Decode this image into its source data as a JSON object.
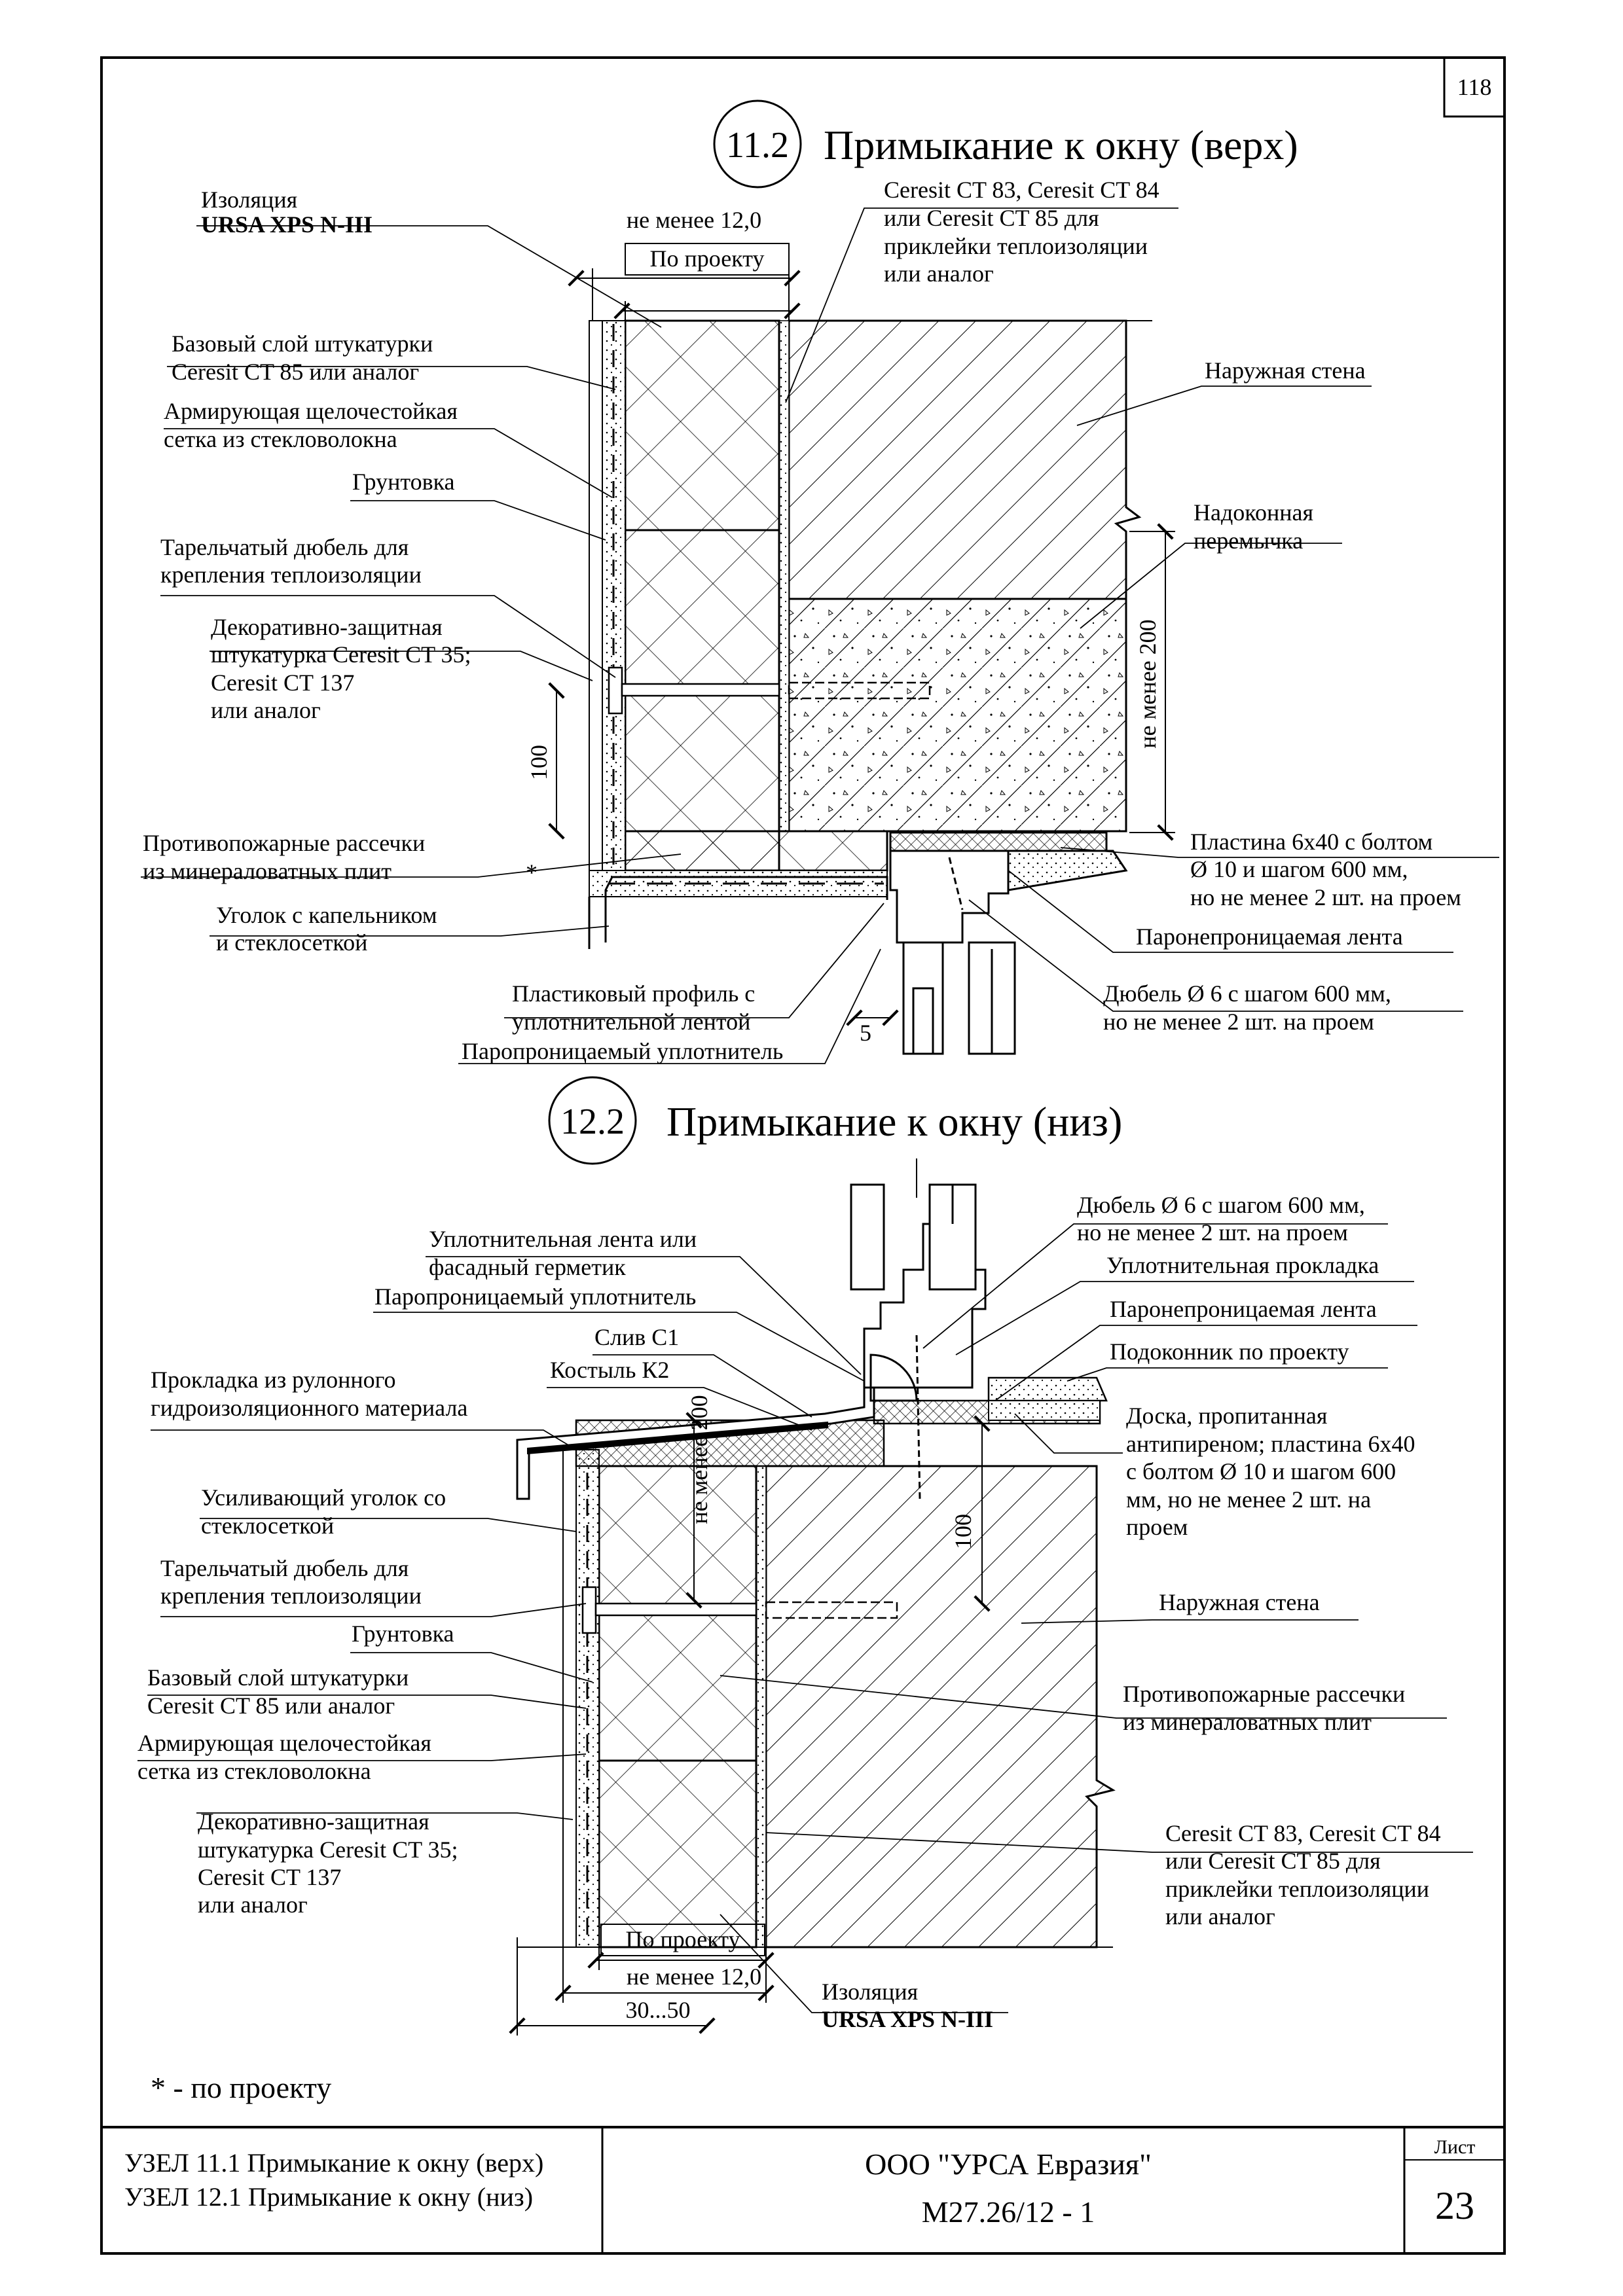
{
  "sheet": {
    "page_number": "118",
    "footnote": "* - по проекту"
  },
  "detail_top": {
    "node_id": "11.2",
    "title": "Примыкание к окну (верх)",
    "labels": {
      "insulation_l1": "Изоляция",
      "insulation_l2": "URSA XPS N-III",
      "base_plaster_l1": "Базовый слой штукатурки",
      "base_plaster_l2": "Ceresit CT 85 или аналог",
      "mesh_l1": "Армирующая щелочестойкая",
      "mesh_l2": "сетка из стекловолокна",
      "primer": "Грунтовка",
      "dowel_l1": "Тарельчатый дюбель для",
      "dowel_l2": "крепления теплоизоляции",
      "decor_l1": "Декоративно-защитная",
      "decor_l2": "штукатурка Ceresit CT 35;",
      "decor_l3": "Ceresit  CT 137",
      "decor_l4": "или аналог",
      "fire_l1": "Противопожарные рассечки",
      "fire_l2": "из минераловатных плит",
      "corner_l1": "Уголок с капельником",
      "corner_l2": "и стеклосеткой",
      "profile_l1": "Пластиковый профиль с",
      "profile_l2": "уплотнительной лентой",
      "vapor_seal": "Паропроницаемый уплотнитель",
      "glue_l1": "Ceresit CT 83, Ceresit CT 84",
      "glue_l2": "или Ceresit CT 85 для",
      "glue_l3": "приклейки теплоизоляции",
      "glue_l4": "или аналог",
      "outer_wall": "Наружная стена",
      "lintel_l1": "Надоконная",
      "lintel_l2": "перемычка",
      "plate_l1": "Пластина 6x40 с болтом",
      "plate_l2": "Ø 10 и шагом 600 мм,",
      "plate_l3": "но не менее 2 шт. на проем",
      "vapor_tape": "Паронепроницаемая лента",
      "dowel6_l1": "Дюбель Ø 6 с шагом 600 мм,",
      "dowel6_l2": "но не менее 2 шт. на проем"
    },
    "dims": {
      "min_thickness": "не менее 12,0",
      "per_project": "По проекту",
      "d100": "100",
      "min200": "не менее 200",
      "d5": "5",
      "star": "*"
    }
  },
  "detail_bottom": {
    "node_id": "12.2",
    "title": "Примыкание к окну (низ)",
    "labels": {
      "seal_tape_l1": "Уплотнительная лента или",
      "seal_tape_l2": "фасадный герметик",
      "vapor_seal": "Паропроницаемый уплотнитель",
      "drip": "Слив С1",
      "bracket": "Костыль К2",
      "gasket_l1": "Прокладка   из   рулонного",
      "gasket_l2": "гидроизоляционного материала",
      "corner_l1": "Усиливающий уголок со",
      "corner_l2": "стеклосеткой",
      "dowel_l1": "Тарельчатый дюбель для",
      "dowel_l2": "крепления теплоизоляции",
      "primer": "Грунтовка",
      "base_plaster_l1": "Базовый слой штукатурки",
      "base_plaster_l2": "Ceresit CT 85 или аналог",
      "mesh_l1": "Армирующая щелочестойкая",
      "mesh_l2": "сетка из стекловолокна",
      "decor_l1": "Декоративно-защитная",
      "decor_l2": "штукатурка Ceresit CT 35;",
      "decor_l3": "Ceresit  CT 137",
      "decor_l4": "или аналог",
      "dowel6_l1": "Дюбель Ø 6 с шагом 600 мм,",
      "dowel6_l2": "но не менее 2 шт. на проем",
      "seal_gasket": "Уплотнительная прокладка",
      "vapor_tape": "Паронепроницаемая лента",
      "sill": "Подоконник по проекту",
      "board_l1": "Доска,                   пропитанная",
      "board_l2": "антипиреном; пластина 6x40",
      "board_l3": "с болтом Ø 10 и шагом 600",
      "board_l4": "мм,  но  не  менее  2  шт.  на",
      "board_l5": "проем",
      "outer_wall": "Наружная стена",
      "fire_l1": "Противопожарные рассечки",
      "fire_l2": "из минераловатных плит",
      "glue_l1": "Ceresit CT 83, Ceresit CT 84",
      "glue_l2": "или Ceresit CT 85 для",
      "glue_l3": "приклейки теплоизоляции",
      "glue_l4": "или аналог",
      "insulation_l1": "Изоляция",
      "insulation_l2": "URSA XPS N-III"
    },
    "dims": {
      "min200": "не менее 200",
      "d100": "100",
      "per_project": "По проекту",
      "min_thickness": "не менее 12,0",
      "range": "30...50"
    }
  },
  "title_block": {
    "node_line1": "УЗЕЛ 11.1 Примыкание к окну (верх)",
    "node_line2": "УЗЕЛ 12.1 Примыкание к окну (низ)",
    "company": "ООО \"УРСА Евразия\"",
    "doc_code": "М27.26/12 - 1",
    "sheet_label": "Лист",
    "sheet_number": "23"
  }
}
